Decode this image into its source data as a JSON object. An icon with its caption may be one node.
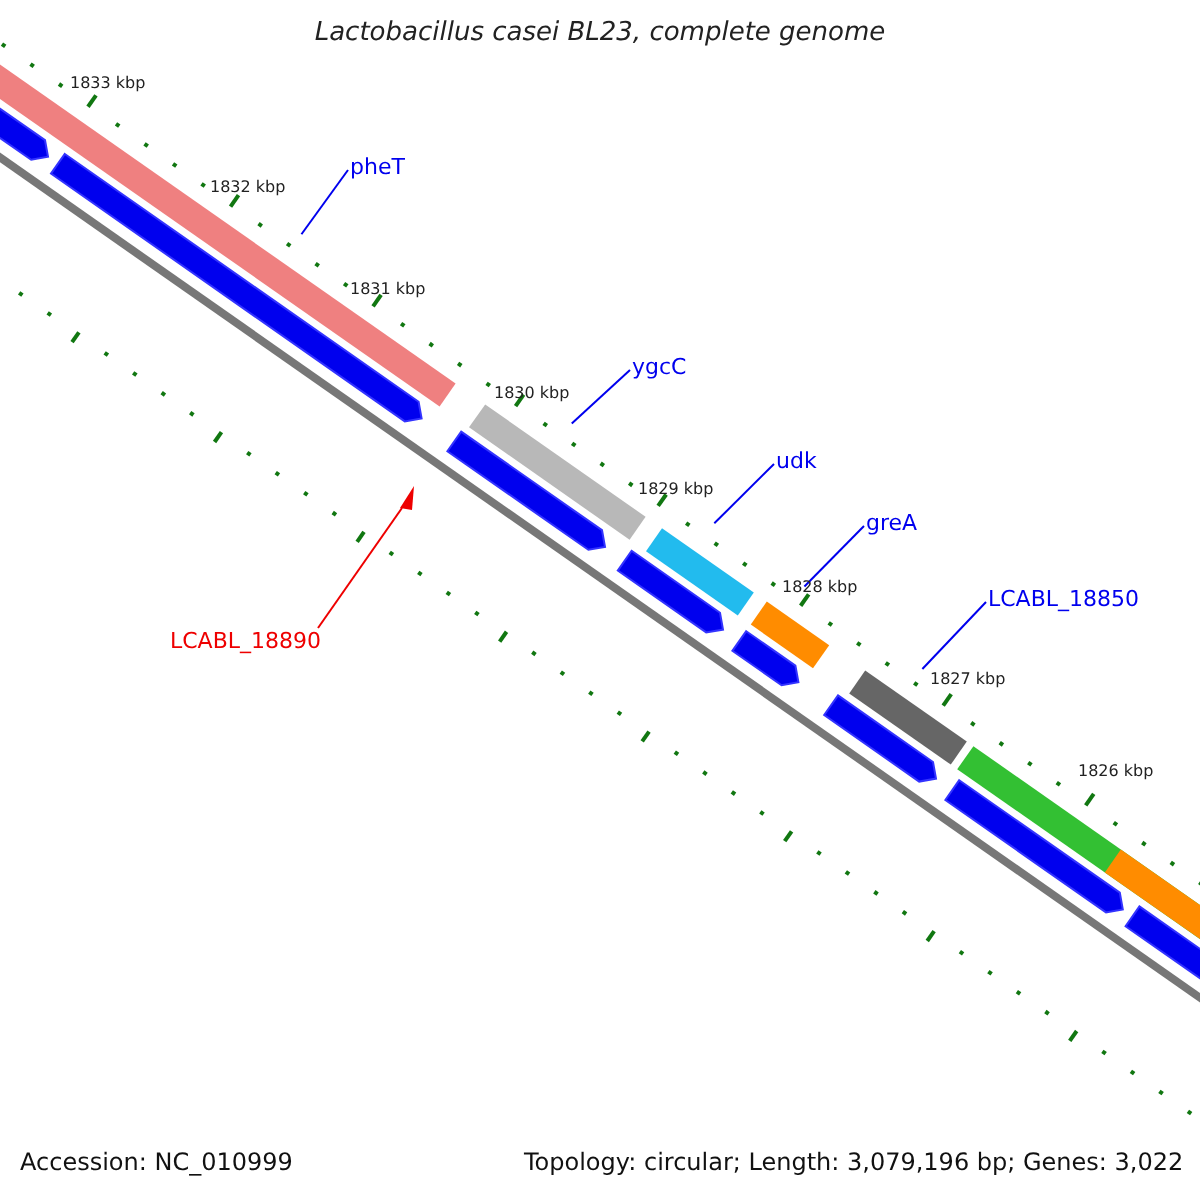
{
  "diagram": {
    "title": "Lactobacillus casei BL23, complete genome",
    "nodes": [
      {
        "text": [
          "pheT"
        ]
      },
      {
        "text": [
          "ygcC"
        ]
      },
      {
        "text": [
          "udk"
        ]
      },
      {
        "text": [
          "greA"
        ]
      },
      {
        "text": [
          "LCABL_18850"
        ]
      },
      {
        "text": [
          "LCABL_18890"
        ]
      },
      {
        "text": [],
        "shape": "bar"
      },
      {
        "text": [],
        "shape": "bar"
      },
      {
        "text": [],
        "shape": "bar"
      },
      {
        "text": [],
        "shape": "bar"
      },
      {
        "text": [],
        "shape": "bar"
      },
      {
        "text": [],
        "shape": "triangle"
      }
    ],
    "edges": [
      {
        "from": 0,
        "to": 6,
        "arrow": "none"
      },
      {
        "from": 1,
        "to": 7,
        "arrow": "none"
      },
      {
        "from": 2,
        "to": 8,
        "arrow": "none"
      },
      {
        "from": 3,
        "to": 9,
        "arrow": "none"
      },
      {
        "from": 4,
        "to": 10,
        "arrow": "none"
      },
      {
        "from": 5,
        "to": 11,
        "arrow": "none",
        "color": "#ee0000"
      }
    ],
    "labels": [
      "1833 kbp",
      "1832 kbp",
      "1831 kbp",
      "1830 kbp",
      "1829 kbp",
      "1828 kbp",
      "1827 kbp",
      "1826 kbp",
      "Accession: NC_010999",
      "Topology: circular; Length: 3,079,196 bp; Genes: 3,022"
    ]
  }
}
